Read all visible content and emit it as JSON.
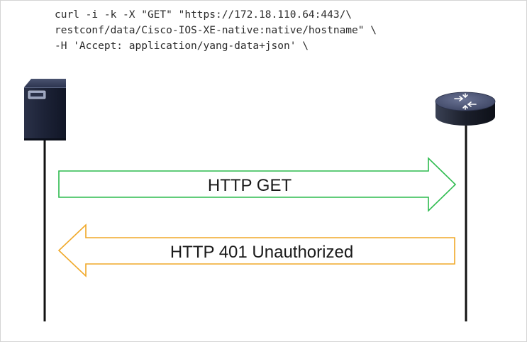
{
  "curl_command": {
    "lines": [
      "curl -i -k -X \"GET\" \"https://172.18.110.64:443/\\",
      "restconf/data/Cisco-IOS-XE-native:native/hostname\" \\",
      "-H 'Accept: application/yang-data+json' \\"
    ]
  },
  "client": {
    "icon": "server-icon"
  },
  "device": {
    "icon": "router-icon"
  },
  "messages": [
    {
      "label": "HTTP GET",
      "direction": "client-to-device",
      "color": "#2dbb4e"
    },
    {
      "label": "HTTP 401 Unauthorized",
      "direction": "device-to-client",
      "color": "#f0a828"
    }
  ],
  "colors": {
    "lifeline": "#111111",
    "server_body": "#1c2236",
    "router_body": "#1b1f2b"
  }
}
